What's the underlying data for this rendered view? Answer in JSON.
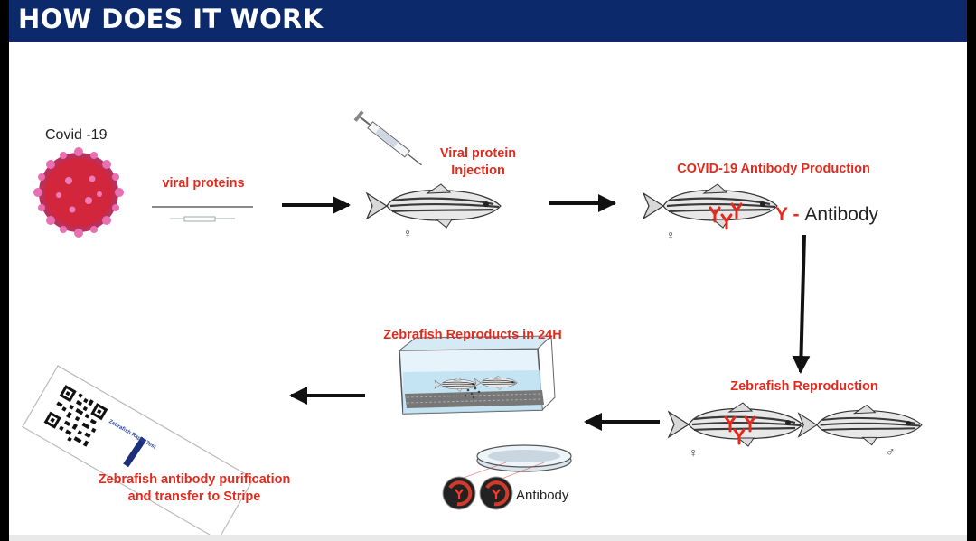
{
  "title": "HOW DOES IT WORK",
  "labels": {
    "covid": "Covid -19",
    "viral_proteins": "viral proteins",
    "injection_line1": "Viral protein",
    "injection_line2": "Injection",
    "antibody_production": "COVID-19 Antibody Production",
    "legend_y": "Y",
    "legend_dash": " - ",
    "legend_antibody": "Antibody",
    "reproduction": "Zebrafish Reproduction",
    "reproducts": "Zebrafish Reproducts in 24H",
    "antibody": "Antibody",
    "purification_line1": "Zebrafish antibody purification",
    "purification_line2": "and transfer to Stripe",
    "stripe_logo": "Zebrafish Rapid Test"
  },
  "symbols": {
    "female": "♀",
    "male": "♂"
  },
  "colors": {
    "banner": "#0c2a6b",
    "accent_red": "#e42a1d",
    "arrow": "#111111",
    "stripe_band": "#1c2f7a"
  },
  "icons": [
    "virus-icon",
    "syringe-icon",
    "zebrafish-icon",
    "antibody-icon",
    "aquarium-icon",
    "petri-dish-icon",
    "test-stripe-icon",
    "qr-code-icon"
  ]
}
